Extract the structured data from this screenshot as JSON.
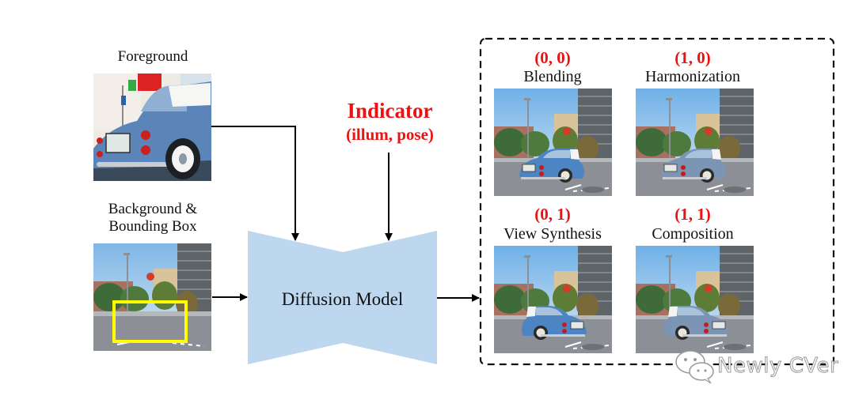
{
  "inputs": {
    "foreground": {
      "label": "Foreground",
      "image": "blue-vintage-car-rear-view"
    },
    "background": {
      "label_line1": "Background &",
      "label_line2": "Bounding Box",
      "image": "street-scene-with-yellow-bounding-box",
      "bbox_color": "#ffff00"
    }
  },
  "indicator": {
    "title": "Indicator",
    "subtitle": "(illum, pose)",
    "color": "#ee1111"
  },
  "model": {
    "label": "Diffusion Model",
    "fill": "#bdd7ee"
  },
  "outputs": [
    {
      "code": "(0, 0)",
      "label": "Blending",
      "image": "car-pasted-in-street"
    },
    {
      "code": "(1, 0)",
      "label": "Harmonization",
      "image": "car-harmonized-in-street"
    },
    {
      "code": "(0, 1)",
      "label": "View Synthesis",
      "image": "car-new-view-in-street"
    },
    {
      "code": "(1, 1)",
      "label": "Composition",
      "image": "car-composed-in-street"
    }
  ],
  "watermark": {
    "text": "Newly CVer",
    "icon": "wechat-icon"
  }
}
